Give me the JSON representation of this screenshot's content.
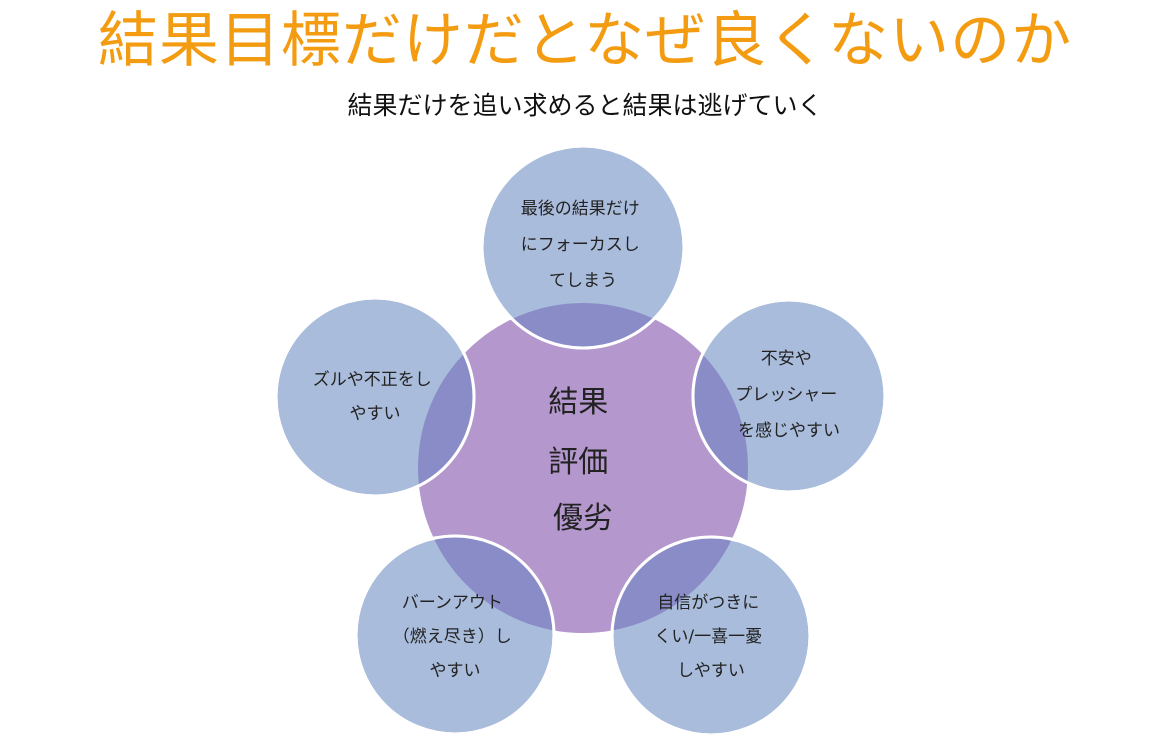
{
  "title": "結果目標だけだとなぜ良くないのか",
  "subtitle": "結果だけを追い求めると結果は逃げていく",
  "colors": {
    "title": "#F39C12",
    "center_fill": "#B497CD",
    "outer_fill": "#A9BCDB",
    "overlap_fill": "#8A8CC8",
    "outline": "#FFFFFF"
  },
  "center": {
    "lines": [
      "結果",
      "評価",
      "優劣"
    ]
  },
  "outer_circles": [
    {
      "id": "top",
      "lines": [
        "最後の結果だけ",
        "にフォーカスし",
        "てしまう"
      ]
    },
    {
      "id": "right",
      "lines": [
        "不安や",
        "プレッシャー",
        "を感じやすい"
      ]
    },
    {
      "id": "bottom-right",
      "lines": [
        "自信がつきに",
        "くい/一喜一憂",
        "しやすい"
      ]
    },
    {
      "id": "bottom-left",
      "lines": [
        "バーンアウト",
        "（燃え尽き）し",
        "やすい"
      ]
    },
    {
      "id": "left",
      "lines": [
        "ズルや不正をし",
        "やすい"
      ]
    }
  ]
}
